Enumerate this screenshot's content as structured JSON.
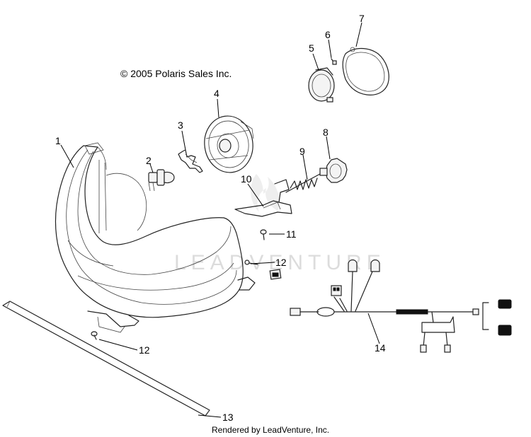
{
  "copyright": "© 2005 Polaris Sales Inc.",
  "watermark": "LEADVENTURE",
  "footer": "Rendered by LeadVenture, Inc.",
  "callouts": [
    "1",
    "2",
    "3",
    "4",
    "5",
    "6",
    "7",
    "8",
    "9",
    "10",
    "11",
    "12",
    "12",
    "13",
    "14"
  ]
}
